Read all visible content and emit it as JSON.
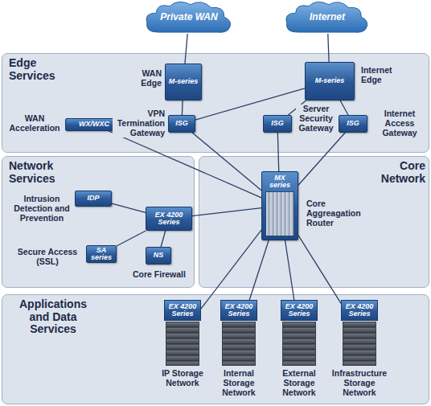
{
  "diagram": {
    "nodes": [
      {
        "text": [
          "Private WAN"
        ]
      },
      {
        "text": [
          "Internet"
        ]
      },
      {
        "text": [
          "Edge Services"
        ]
      },
      {
        "text": [
          "M-series",
          "WAN Edge"
        ],
        "in": 2
      },
      {
        "text": [
          "M-series",
          "Internet Edge"
        ],
        "in": 2
      },
      {
        "text": [
          "WX/WXC",
          "WAN Acceleration"
        ],
        "in": 2
      },
      {
        "text": [
          "ISG",
          "VPN Termination Gateway"
        ],
        "in": 2
      },
      {
        "text": [
          "ISG",
          "Server Security Gateway"
        ],
        "in": 2
      },
      {
        "text": [
          "ISG",
          "Internet Access Gateway"
        ],
        "in": 2
      },
      {
        "text": [
          "Network Services"
        ]
      },
      {
        "text": [
          "IDP",
          "Intrusion Detection and Prevention"
        ],
        "in": 9
      },
      {
        "text": [
          "EX 4200 Series"
        ],
        "in": 9
      },
      {
        "text": [
          "SA series",
          "Secure Access (SSL)"
        ],
        "in": 9
      },
      {
        "text": [
          "NS",
          "Core Firewall"
        ],
        "in": 9
      },
      {
        "text": [
          "Core Network"
        ]
      },
      {
        "text": [
          "MX series",
          "Core Aggreagation Router"
        ],
        "in": 14
      },
      {
        "text": [
          "Applications and Data Services"
        ]
      },
      {
        "text": [
          "EX 4200 Series",
          "IP Storage Network"
        ],
        "in": 16
      },
      {
        "text": [
          "EX 4200 Series",
          "Internal Storage Network"
        ],
        "in": 16
      },
      {
        "text": [
          "EX 4200 Series",
          "External Storage Network"
        ],
        "in": 16
      },
      {
        "text": [
          "EX 4200 Series",
          "Infrastructure Storage Network"
        ],
        "in": 16
      }
    ],
    "edges": [
      {
        "from": 0,
        "to": 3,
        "arrow": "none"
      },
      {
        "from": 1,
        "to": 4,
        "arrow": "none"
      },
      {
        "from": 3,
        "to": 6,
        "arrow": "none"
      },
      {
        "from": 4,
        "to": 6,
        "arrow": "none"
      },
      {
        "from": 4,
        "to": 7,
        "arrow": "none"
      },
      {
        "from": 4,
        "to": 8,
        "arrow": "none"
      },
      {
        "from": 5,
        "to": 15,
        "arrow": "none"
      },
      {
        "from": 6,
        "to": 15,
        "arrow": "none"
      },
      {
        "from": 7,
        "to": 15,
        "arrow": "none"
      },
      {
        "from": 8,
        "to": 15,
        "arrow": "none"
      },
      {
        "from": 10,
        "to": 11,
        "arrow": "none"
      },
      {
        "from": 12,
        "to": 11,
        "arrow": "none"
      },
      {
        "from": 13,
        "to": 11,
        "arrow": "none"
      },
      {
        "from": 11,
        "to": 15,
        "arrow": "none"
      },
      {
        "from": 15,
        "to": 17,
        "arrow": "none"
      },
      {
        "from": 15,
        "to": 18,
        "arrow": "none"
      },
      {
        "from": 15,
        "to": 19,
        "arrow": "none"
      },
      {
        "from": 15,
        "to": 20,
        "arrow": "none"
      }
    ]
  }
}
